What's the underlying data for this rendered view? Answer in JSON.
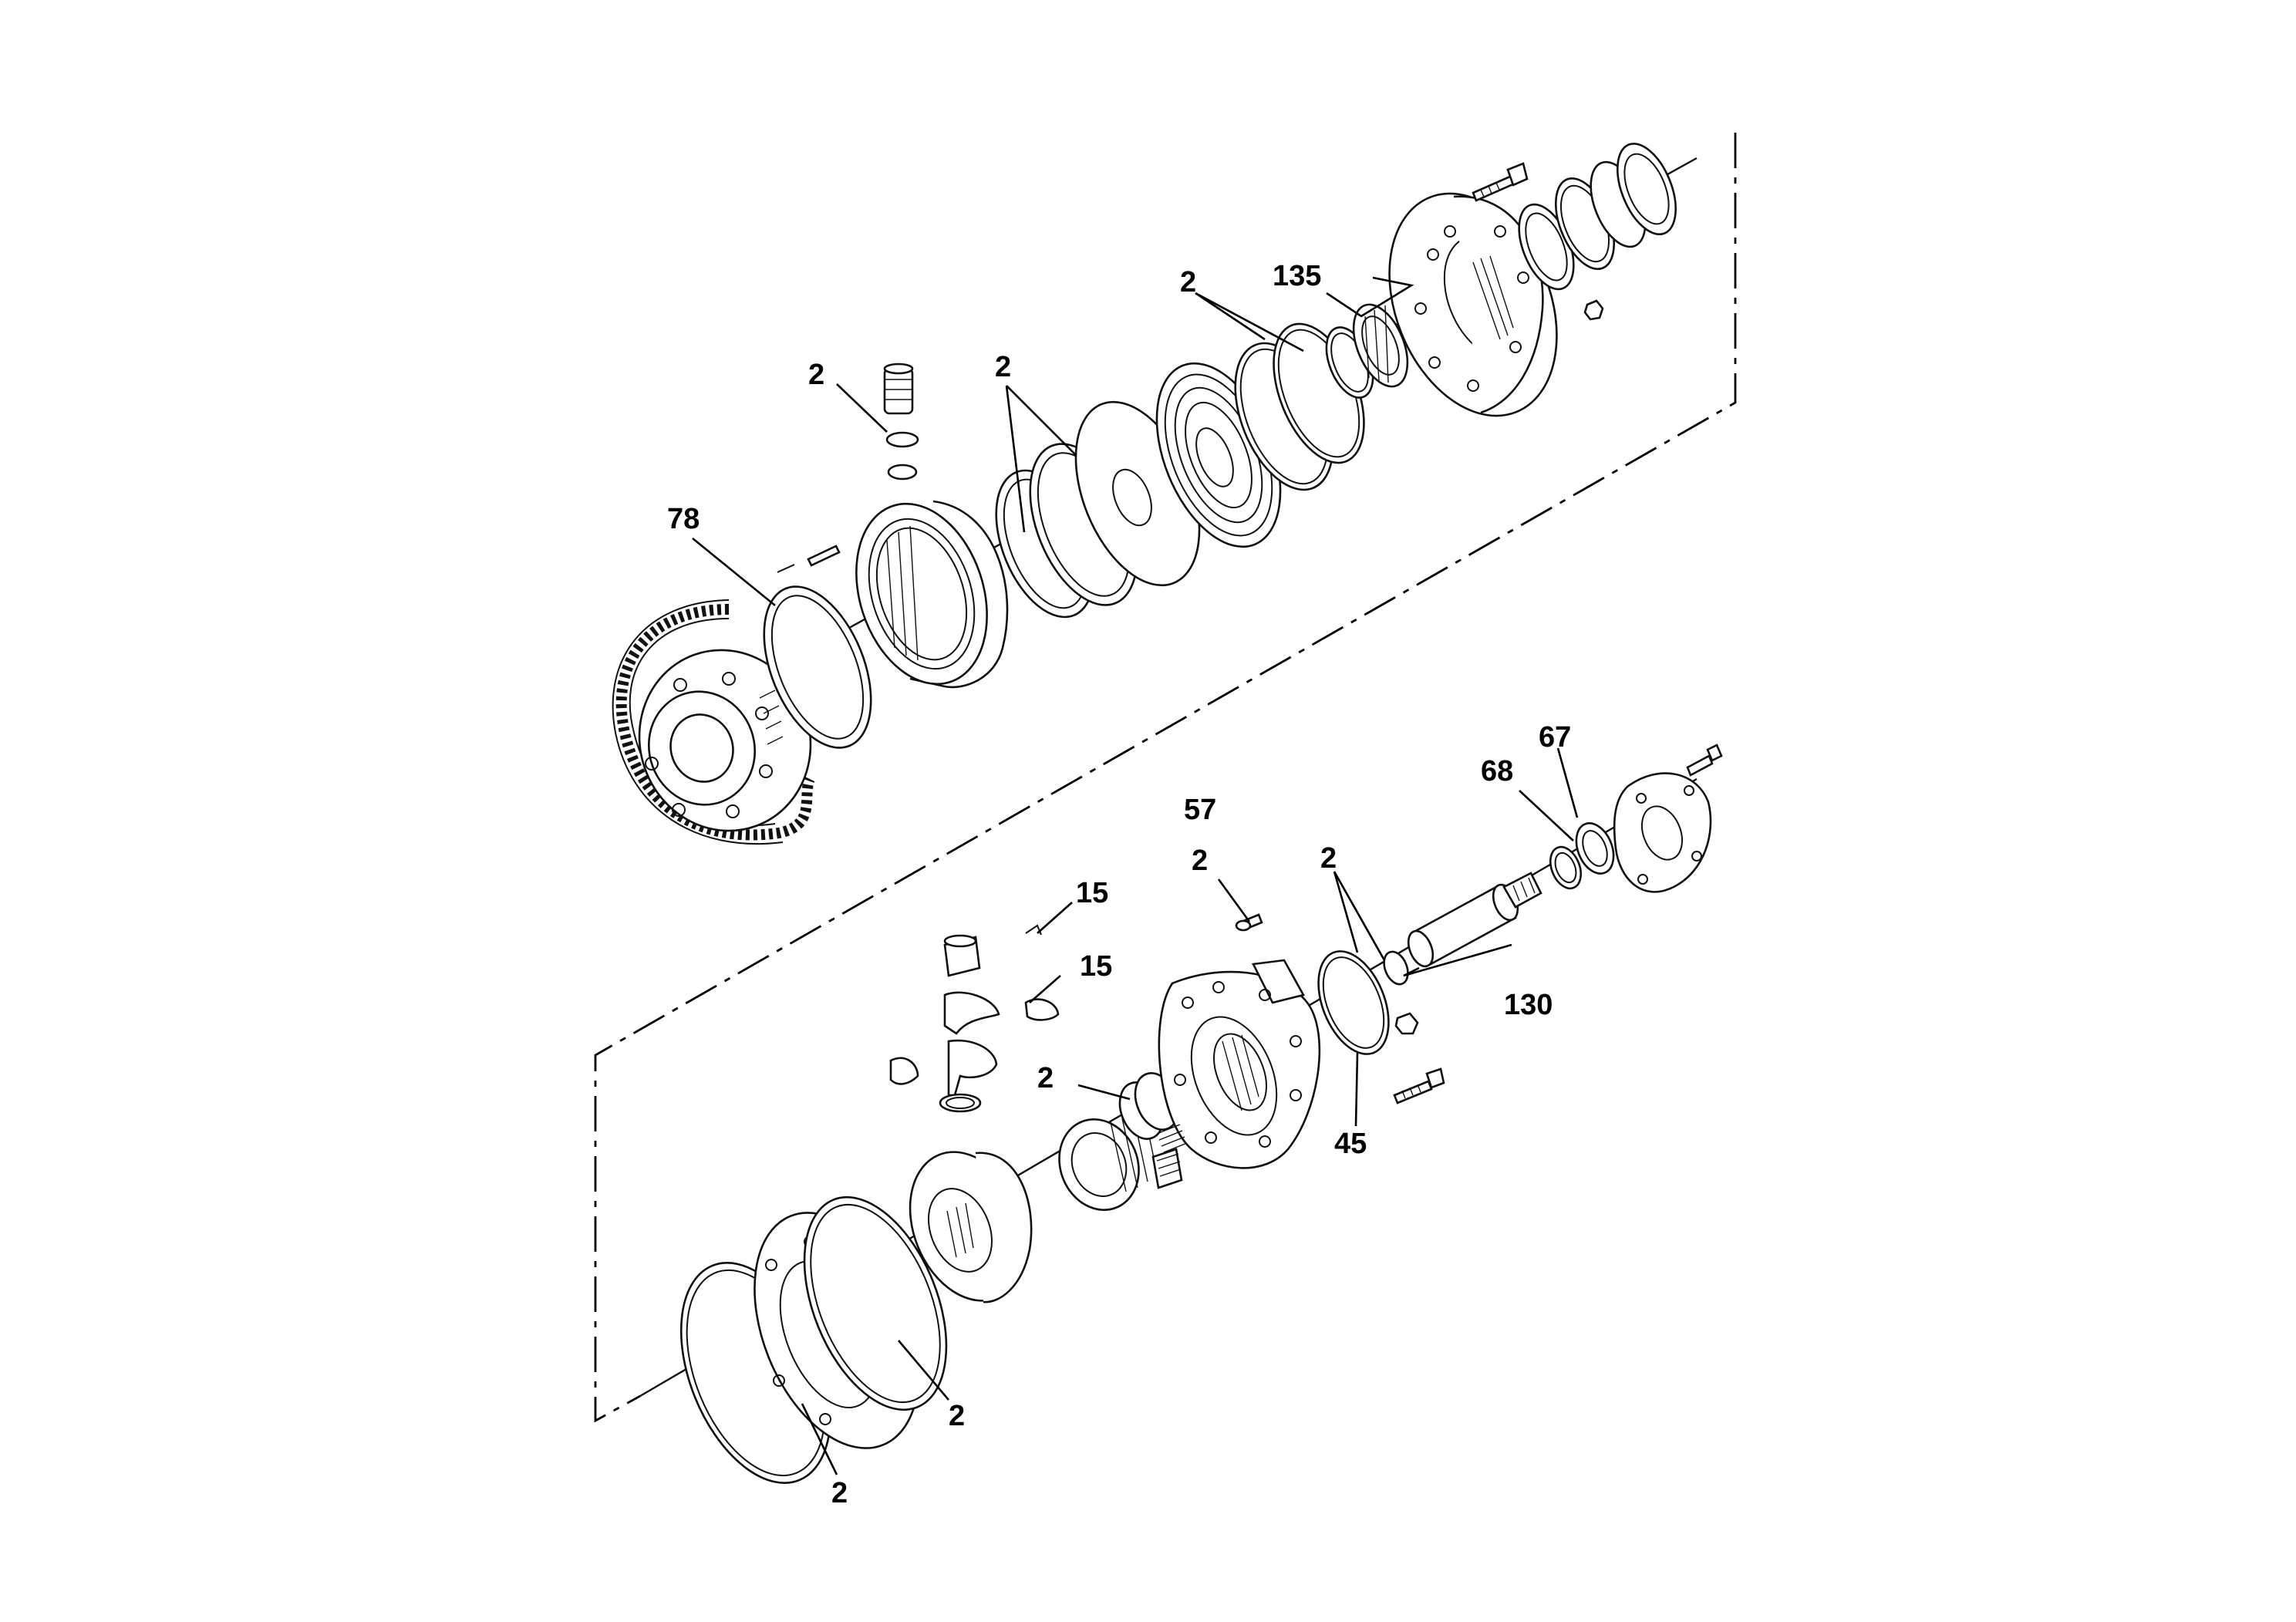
{
  "diagram": {
    "callouts": {
      "c78": "78",
      "c2_a": "2",
      "c2_b": "2",
      "c2_c": "2",
      "c135": "135",
      "c67": "67",
      "c68": "68",
      "c57": "57",
      "c2_d": "2",
      "c2_e": "2",
      "c15_a": "15",
      "c15_b": "15",
      "c2_f": "2",
      "c130": "130",
      "c45": "45",
      "c2_g": "2",
      "c2_h": "2"
    },
    "colors": {
      "line": "#111111",
      "background": "#ffffff"
    }
  }
}
